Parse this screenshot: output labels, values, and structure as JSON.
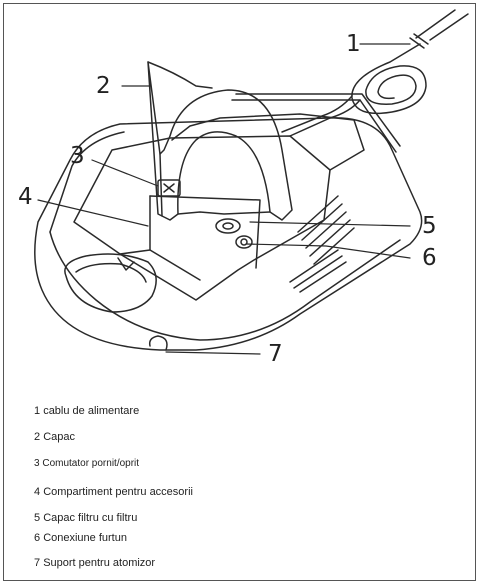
{
  "callouts": {
    "c1": "1",
    "c2": "2",
    "c3": "3",
    "c4": "4",
    "c5": "5",
    "c6": "6",
    "c7": "7"
  },
  "legend": [
    {
      "num": "1",
      "text": "cablu de alimentare"
    },
    {
      "num": "2",
      "text": "Capac"
    },
    {
      "num": "3",
      "text": "Comutator pornit/oprit"
    },
    {
      "num": "4",
      "text": "Compartiment pentru accesorii"
    },
    {
      "num": "5",
      "text": "Capac filtru cu filtru"
    },
    {
      "num": "6",
      "text": "Conexiune furtun"
    },
    {
      "num": "7",
      "text": "Suport pentru atomizor"
    }
  ]
}
